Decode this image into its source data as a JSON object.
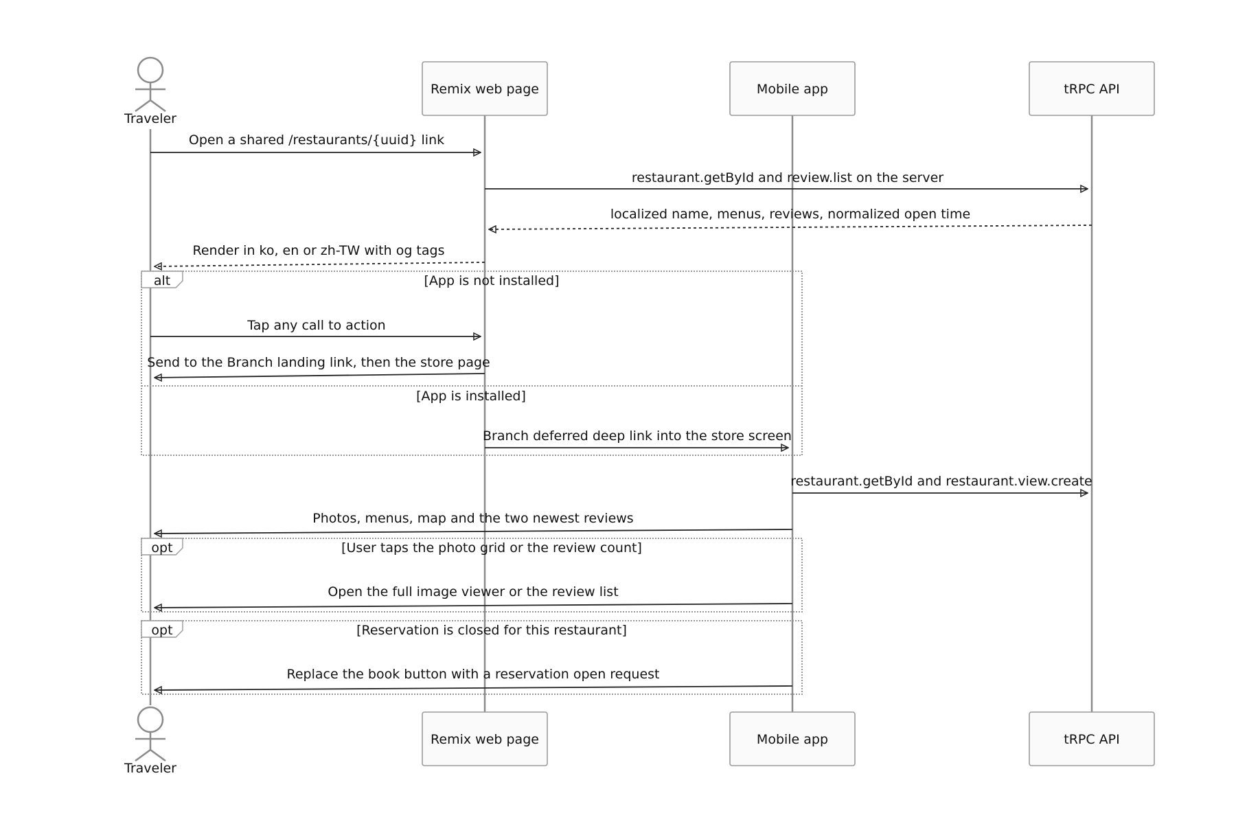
{
  "participants": [
    {
      "id": "traveler",
      "label": "Traveler",
      "kind": "actor"
    },
    {
      "id": "remix",
      "label": "Remix web page",
      "kind": "box"
    },
    {
      "id": "mobile",
      "label": "Mobile app",
      "kind": "box"
    },
    {
      "id": "trpc",
      "label": "tRPC API",
      "kind": "box"
    }
  ],
  "messages": [
    {
      "from": "traveler",
      "to": "remix",
      "label": "Open a shared /restaurants/{uuid} link",
      "style": "solid"
    },
    {
      "from": "remix",
      "to": "trpc",
      "label": "restaurant.getById and review.list on the server",
      "style": "solid"
    },
    {
      "from": "trpc",
      "to": "remix",
      "label": "localized name, menus, reviews, normalized open time",
      "style": "dashed"
    },
    {
      "from": "remix",
      "to": "traveler",
      "label": "Render in ko, en or zh-TW with og tags",
      "style": "dashed"
    },
    {
      "from": "traveler",
      "to": "remix",
      "label": "Tap any call to action",
      "style": "solid"
    },
    {
      "from": "remix",
      "to": "traveler",
      "label": "Send to the Branch landing link, then the store page",
      "style": "solid"
    },
    {
      "from": "remix",
      "to": "mobile",
      "label": "Branch deferred deep link into the store screen",
      "style": "solid"
    },
    {
      "from": "mobile",
      "to": "trpc",
      "label": "restaurant.getById and restaurant.view.create",
      "style": "solid"
    },
    {
      "from": "mobile",
      "to": "traveler",
      "label": "Photos, menus, map and the two newest reviews",
      "style": "solid"
    },
    {
      "from": "mobile",
      "to": "traveler",
      "label": "Open the full image viewer or the review list",
      "style": "solid"
    },
    {
      "from": "mobile",
      "to": "traveler",
      "label": "Replace the book button with a reservation open request",
      "style": "solid"
    }
  ],
  "fragments": [
    {
      "kind": "alt",
      "sections": [
        {
          "condition": "[App is not installed]",
          "messages": [
            4,
            5
          ]
        },
        {
          "condition": "[App is installed]",
          "messages": [
            6
          ]
        }
      ]
    },
    {
      "kind": "opt",
      "sections": [
        {
          "condition": "[User taps the photo grid or the review count]",
          "messages": [
            9
          ]
        }
      ]
    },
    {
      "kind": "opt",
      "sections": [
        {
          "condition": "[Reservation is closed for this restaurant]",
          "messages": [
            10
          ]
        }
      ]
    }
  ]
}
